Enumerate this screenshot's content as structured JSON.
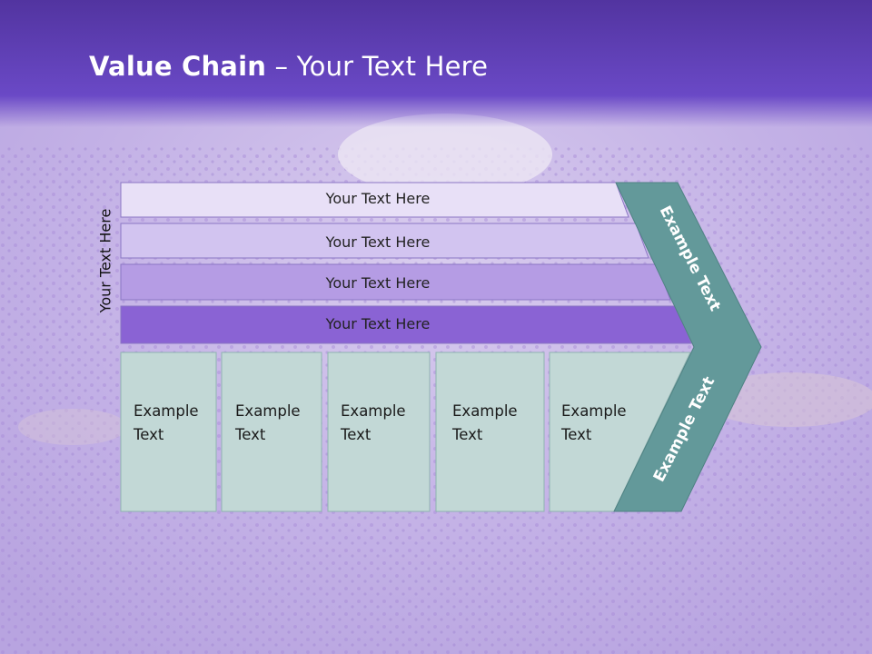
{
  "slide": {
    "title_bold": "Value Chain",
    "title_rest": " – Your Text Here",
    "side_label": "Your Text Here"
  },
  "bars": [
    {
      "label": "Your Text Here",
      "color": "#e8e0f7"
    },
    {
      "label": "Your Text Here",
      "color": "#d2c4f0"
    },
    {
      "label": "Your Text Here",
      "color": "#b59ce4"
    },
    {
      "label": "Your Text Here",
      "color": "#8a63d4"
    }
  ],
  "boxes": [
    {
      "line1": "Example",
      "line2": "Text"
    },
    {
      "line1": "Example",
      "line2": "Text"
    },
    {
      "line1": "Example",
      "line2": "Text"
    },
    {
      "line1": "Example",
      "line2": "Text"
    },
    {
      "line1": "Example",
      "line2": "Text"
    }
  ],
  "chevron": {
    "upper_label": "Example Text",
    "lower_label": "Example Text",
    "color": "#63999a"
  },
  "colors": {
    "box_fill": "#c2d8d6",
    "box_stroke": "#8fb3b0",
    "header": "#6a49c6"
  }
}
